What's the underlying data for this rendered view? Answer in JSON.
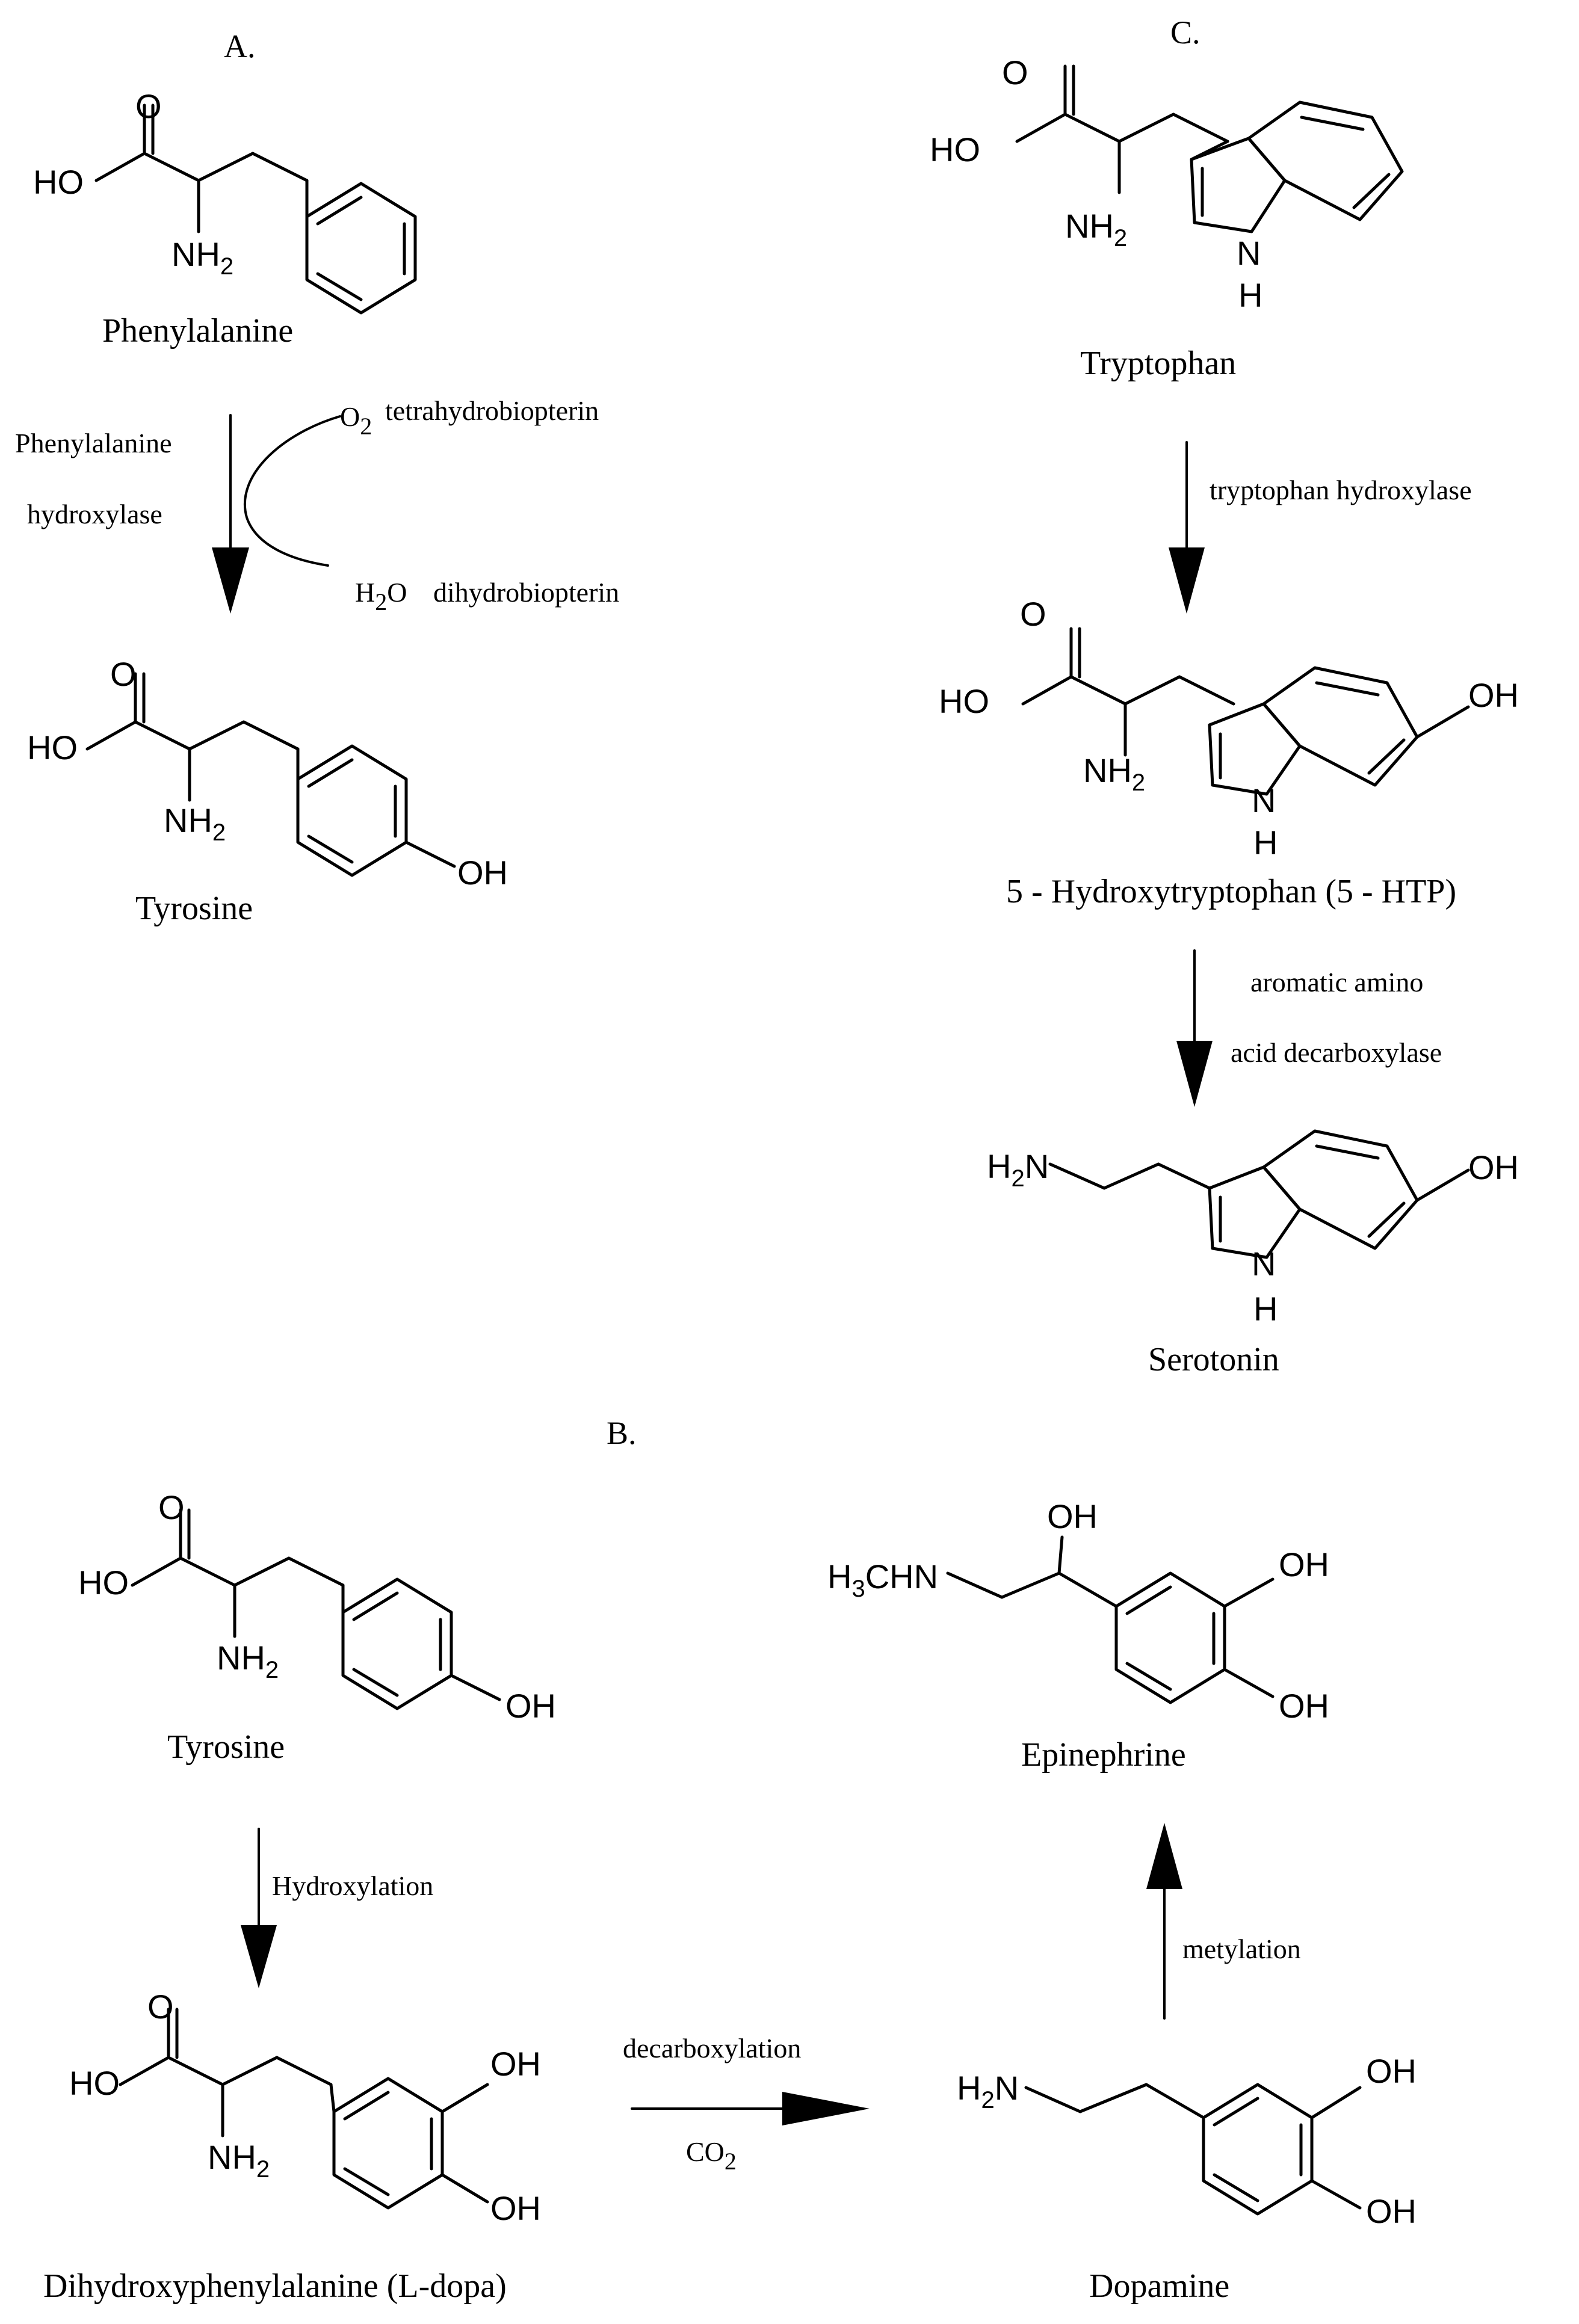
{
  "sections": {
    "a": "A.",
    "b": "B.",
    "c": "C."
  },
  "atoms": {
    "o": "O",
    "ho": "HO",
    "oh": "OH",
    "nh": "NH",
    "n": "N",
    "h": "H",
    "two": "2",
    "h2n_h": "H",
    "h2n_n": "N",
    "h3chn_h": "H",
    "three": "3",
    "h3chn_rest": "CHN"
  },
  "compounds": {
    "phenylalanine": "Phenylalanine",
    "tyrosine": "Tyrosine",
    "tryptophan": "Tryptophan",
    "htp": "5 - Hydroxytryptophan (5 - HTP)",
    "serotonin": "Serotonin",
    "ldopa": "Dihydroxyphenylalanine (L-dopa)",
    "dopamine": "Dopamine",
    "epinephrine": "Epinephrine"
  },
  "reactions": {
    "pah_line1": "Phenylalanine",
    "pah_line2": "hydroxylase",
    "o2_o": "O",
    "o2_sub": "2",
    "tetrahydrobiopterin": "tetrahydrobiopterin",
    "h2o_h": "H",
    "h2o_sub": "2",
    "h2o_o": "O",
    "dihydrobiopterin": "dihydrobiopterin",
    "tph": "tryptophan hydroxylase",
    "aadc_line1": "aromatic amino",
    "aadc_line2": "acid decarboxylase",
    "hydroxylation": "Hydroxylation",
    "decarboxylation": "decarboxylation",
    "co2_co": "CO",
    "co2_sub": "2",
    "metylation": "metylation"
  }
}
